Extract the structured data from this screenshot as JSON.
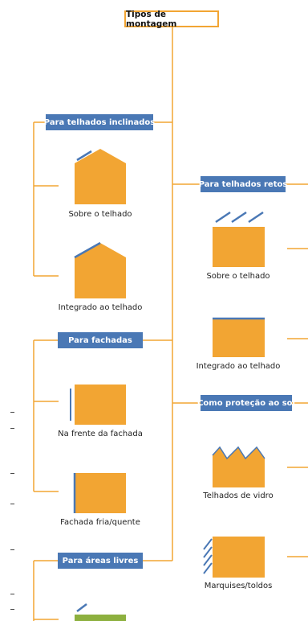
{
  "root": {
    "label": "Tipos de montagem"
  },
  "categories": {
    "inclinados": {
      "label": "Para telhados inclinados"
    },
    "retos": {
      "label": "Para telhados retos"
    },
    "fachadas": {
      "label": "Para fachadas"
    },
    "sol": {
      "label": "Como proteção ao sol"
    },
    "livres": {
      "label": "Para áreas livres"
    }
  },
  "items": {
    "inclinado_sobre": "Sobre o telhado",
    "inclinado_integrado": "Integrado ao telhado",
    "reto_sobre": "Sobre o telhado",
    "reto_integrado": "Integrado ao telhado",
    "fachada_frente": "Na frente da fachada",
    "fachada_fria": "Fachada fria/quente",
    "sol_vidro": "Telhados de vidro",
    "sol_marquises": "Marquises/toldos"
  },
  "colors": {
    "line": "#F2A533",
    "shape": "#F2A533",
    "panel": "#4A78B5",
    "grass": "#8DB03F"
  }
}
